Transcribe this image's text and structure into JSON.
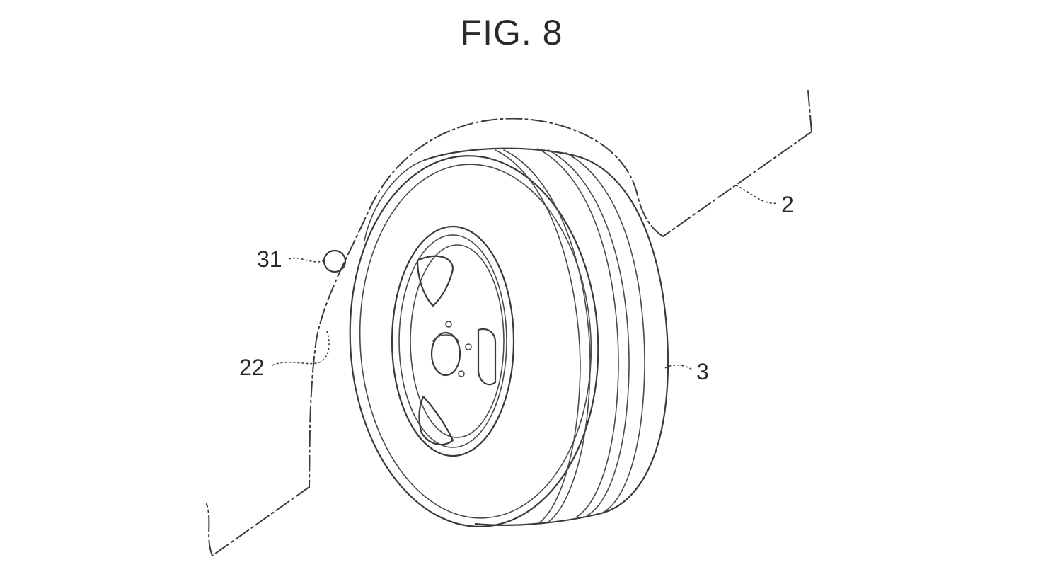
{
  "figure": {
    "title": "FIG. 8"
  },
  "labels": {
    "body": "2",
    "tire": "3",
    "wheel_arch": "22",
    "sensor": "31"
  },
  "colors": {
    "line": "#3a3a3a",
    "background": "#ffffff"
  }
}
